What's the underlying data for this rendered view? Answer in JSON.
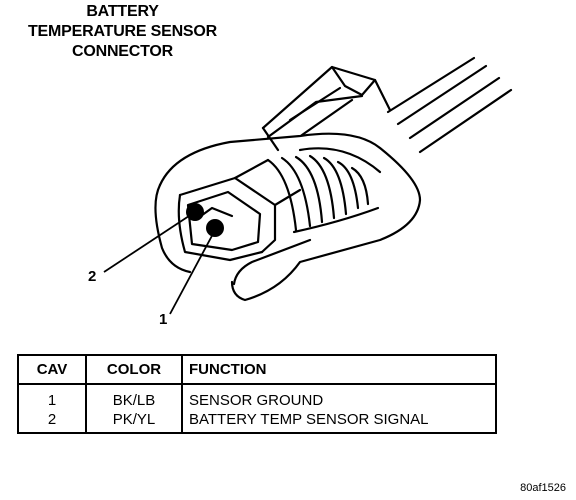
{
  "title": [
    "BATTERY",
    "TEMPERATURE SENSOR",
    "CONNECTOR"
  ],
  "callouts": {
    "pin1": "1",
    "pin2": "2"
  },
  "table": {
    "headers": {
      "cav": "CAV",
      "color": "COLOR",
      "function": "FUNCTION"
    },
    "rows": [
      {
        "cav": "1",
        "color": "BK/LB",
        "function": "SENSOR GROUND"
      },
      {
        "cav": "2",
        "color": "PK/YL",
        "function": "BATTERY TEMP SENSOR SIGNAL"
      }
    ]
  },
  "figure_code": "80af1526"
}
